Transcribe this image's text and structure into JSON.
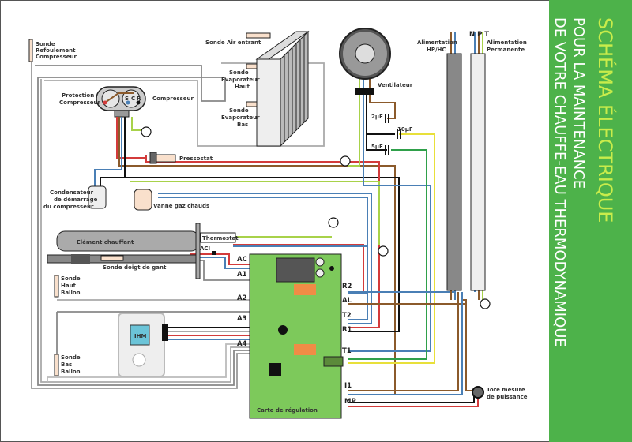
{
  "banner": {
    "title": "SCHÉMA ÉLECTRIQUE",
    "line2": "POUR LA MAINTENANCE",
    "line3": "DE VOTRE CHAUFFE-EAU THERMODYNAMIQUE",
    "background_color": "#4db24a",
    "title_color": "#c9ec4b"
  },
  "components": {
    "sonde_refoulement": [
      "Sonde",
      "Refoulement",
      "Compresseur"
    ],
    "sonde_air": "Sonde Air entrant",
    "sonde_evap_haut": [
      "Sonde",
      "Evaporateur",
      "Haut"
    ],
    "sonde_evap_bas": [
      "Sonde",
      "Evaporateur",
      "Bas"
    ],
    "protection": [
      "Protection",
      "Compresseur"
    ],
    "compresseur": "Compresseur",
    "compressor_pins": [
      "S",
      "C",
      "R"
    ],
    "pressostat": "Pressostat",
    "condensateur": [
      "Condensateur",
      "de démarrage",
      "du compresseur"
    ],
    "vanne": "Vanne gaz chauds",
    "element": "Elément chauffant",
    "thermostat": "Thermostat",
    "aci": "ACI",
    "sonde_doigt": "Sonde doigt de gant",
    "sonde_haut_ballon": [
      "Sonde",
      "Haut",
      "Ballon"
    ],
    "sonde_bas_ballon": [
      "Sonde",
      "Bas",
      "Ballon"
    ],
    "ihm": "IHM",
    "ventilateur": "Ventilateur",
    "cap_2": "2µF",
    "cap_10": "10µF",
    "cap_5": "5µF",
    "alim_hphc": [
      "Alimentation",
      "HP/HC"
    ],
    "alim_perm": [
      "Alimentation",
      "Permanente"
    ],
    "npt": "N P T",
    "tore": [
      "Tore mesure",
      "de puissance"
    ],
    "carte": "Carte de régulation"
  },
  "board_pins": {
    "left": [
      "AC",
      "A1",
      "A2",
      "A3",
      "A4"
    ],
    "right": [
      "R2",
      "AL",
      "T2",
      "R1",
      "T1",
      "I1",
      "MP"
    ]
  },
  "wire_colors": {
    "red": "#d33b3b",
    "blue": "#4a7fb5",
    "brown": "#8b5a2b",
    "black": "#111111",
    "green_yellow": "#a8d24a",
    "green": "#2fa04a",
    "yellow": "#e8e03a",
    "grey": "#999999",
    "board_green": "#7dc95b"
  }
}
